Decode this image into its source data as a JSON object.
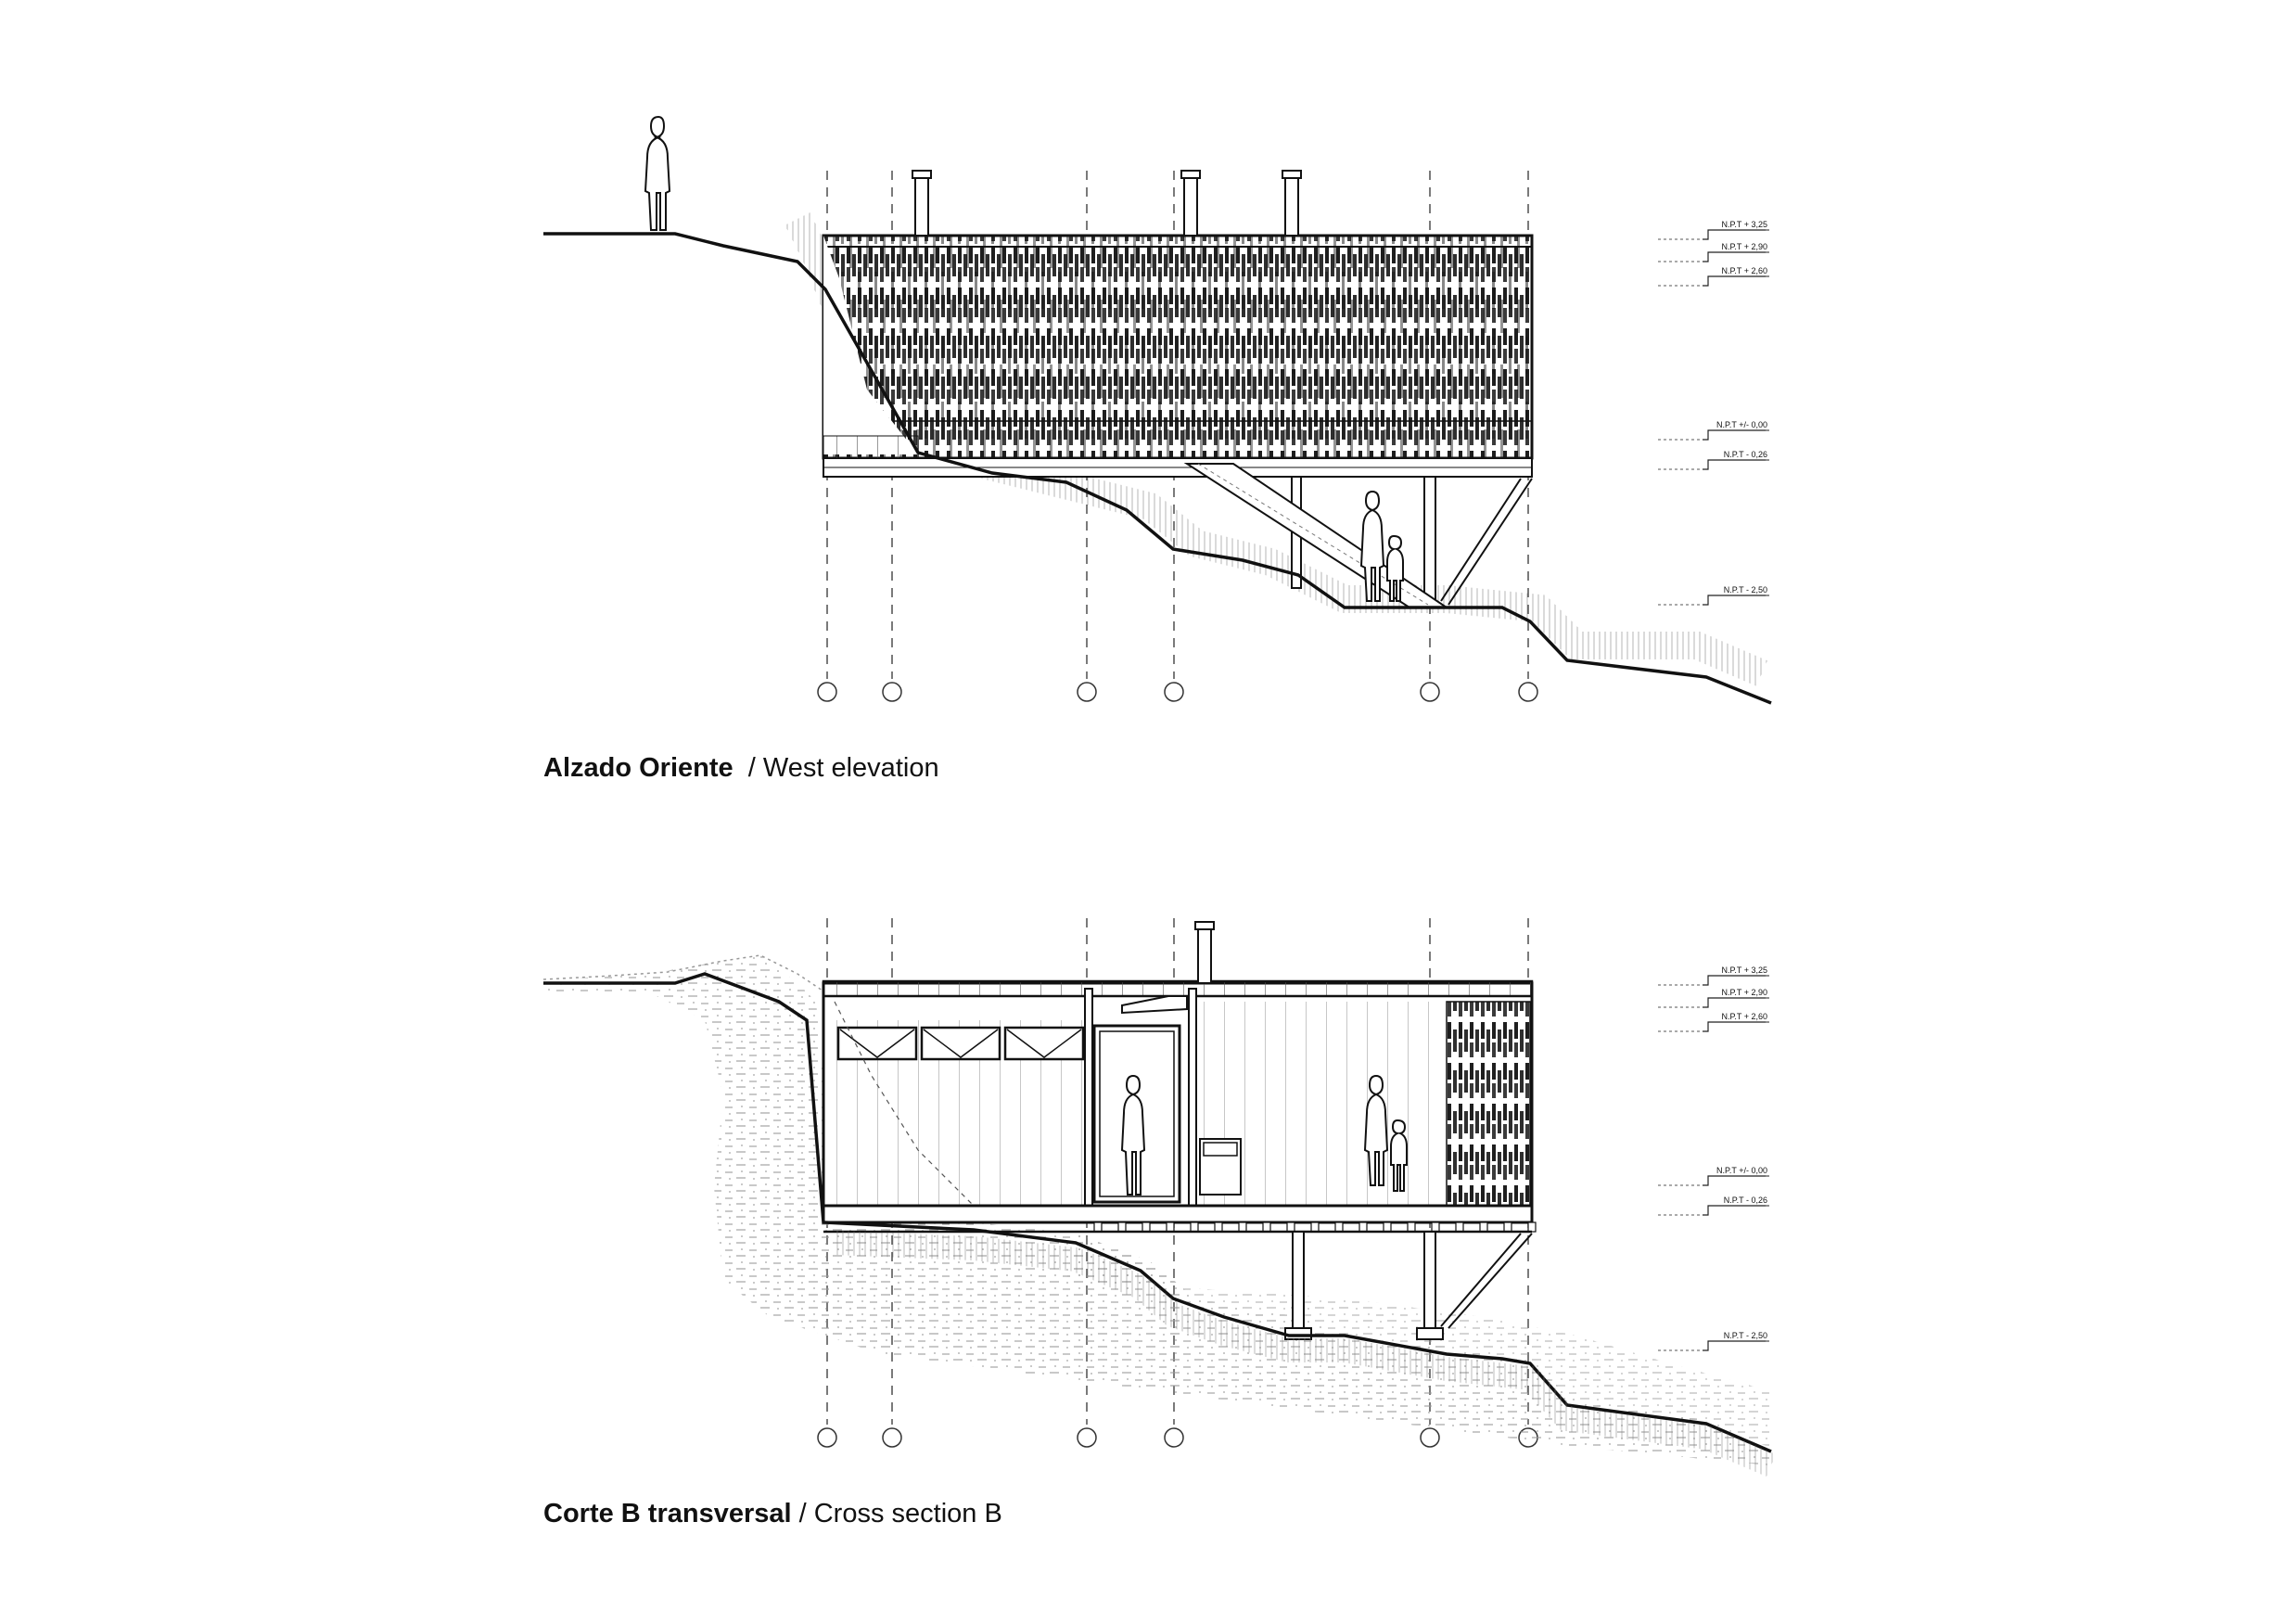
{
  "drawings": [
    {
      "id": "elevation",
      "caption_bold": "Alzado Oriente",
      "caption_light": "/ West elevation",
      "levels": [
        "N.P.T + 3,25",
        "N.P.T + 2,90",
        "N.P.T + 2,60",
        "N.P.T +/- 0,00",
        "N.P.T - 0,26",
        "N.P.T - 2,50"
      ]
    },
    {
      "id": "section",
      "caption_bold": "Corte B transversal",
      "caption_light": "/ Cross section B",
      "levels": [
        "N.P.T + 3,25",
        "N.P.T + 2,90",
        "N.P.T + 2,60",
        "N.P.T +/- 0,00",
        "N.P.T - 0,26",
        "N.P.T - 2,50"
      ]
    }
  ],
  "colors": {
    "ink": "#111111",
    "hatch": "#8a8a8a",
    "fill_dark": "#2a2a2a"
  }
}
